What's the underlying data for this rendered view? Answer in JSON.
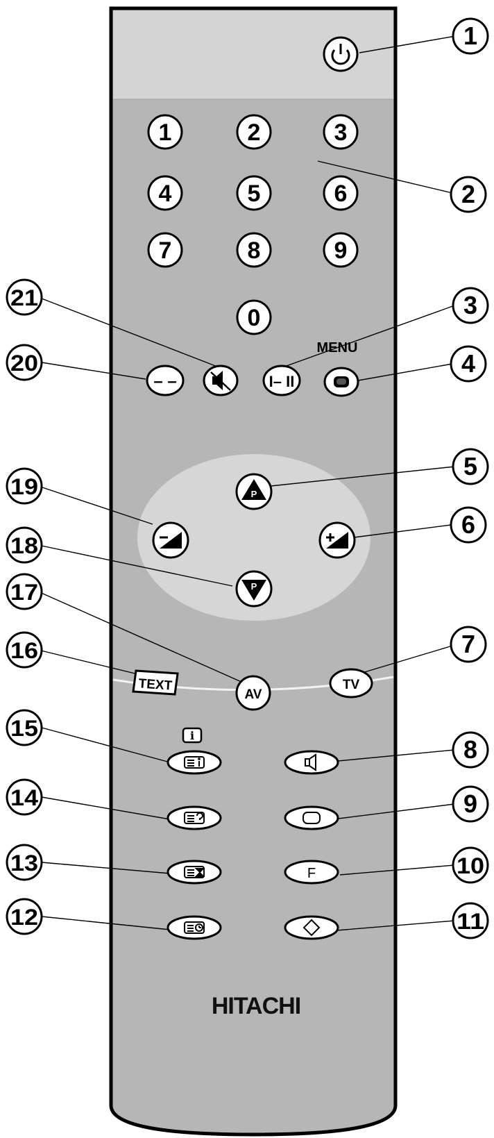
{
  "brand": "HITACHI",
  "menu_label": "MENU",
  "digit_buttons": [
    "1",
    "2",
    "3",
    "4",
    "5",
    "6",
    "7",
    "8",
    "9",
    "0"
  ],
  "callouts": [
    "1",
    "2",
    "3",
    "4",
    "5",
    "6",
    "7",
    "8",
    "9",
    "10",
    "11",
    "12",
    "13",
    "14",
    "15",
    "16",
    "17",
    "18",
    "19",
    "20",
    "21"
  ],
  "button_labels": {
    "text": "TEXT",
    "av": "AV",
    "tv": "TV",
    "f": "F",
    "prog_up": "P",
    "prog_down": "P",
    "dash": "– –",
    "mono_stereo": "I– II",
    "info_box": "i"
  },
  "icons": {
    "power": "power-icon",
    "mute": "mute-icon",
    "menu": "screen-icon",
    "sound": "speaker-icon",
    "picture": "tv-screen-icon",
    "extra": "diamond-icon",
    "info": "teletext-info-icon",
    "reveal": "teletext-reveal-icon",
    "size": "teletext-size-icon",
    "clock": "teletext-clock-icon",
    "vol_up": "volume-up-icon",
    "vol_down": "volume-down-icon"
  },
  "colors": {
    "body": "#b6b6b6",
    "top": "#d4d4d4",
    "oval": "#d8d8d8",
    "button": "#ffffff",
    "outline": "#000000"
  }
}
